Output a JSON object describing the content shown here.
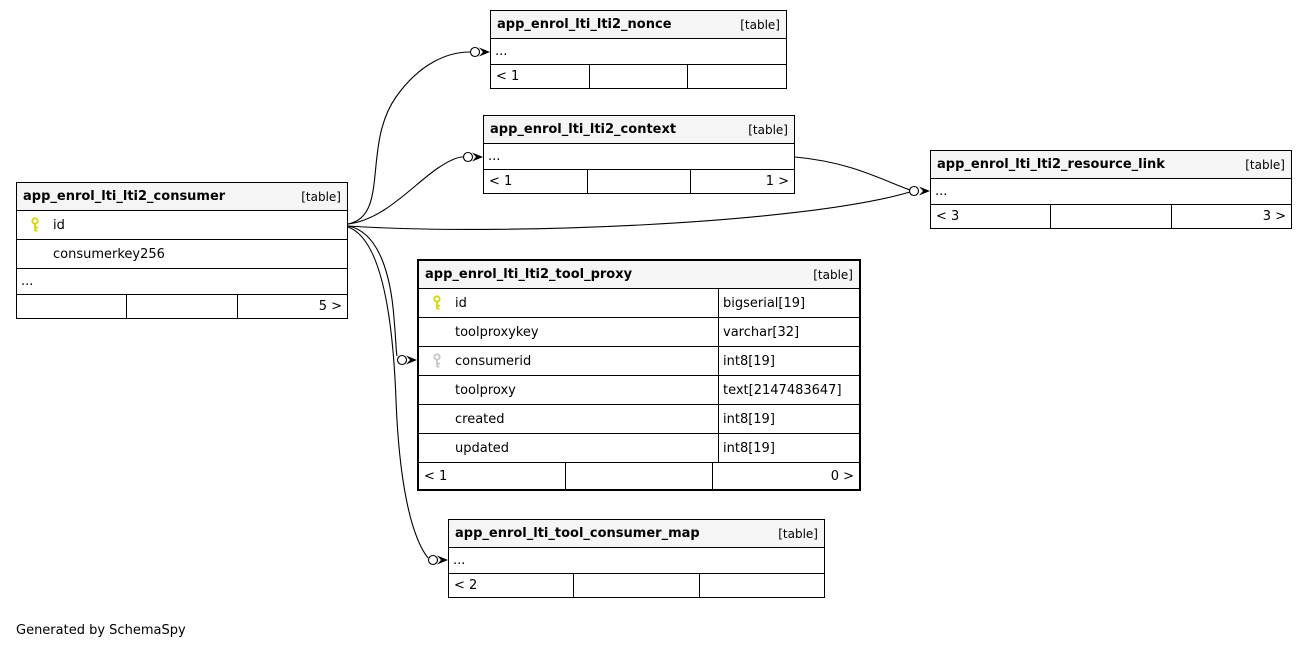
{
  "diagram": {
    "generator_note": "Generated by SchemaSpy",
    "colors": {
      "header_bg": "#f5f5f5",
      "border": "#000000",
      "primary_key": "#d6d600",
      "foreign_key": "#c6c6c6"
    },
    "tables": [
      {
        "name": "app_enrol_lti_lti2_consumer",
        "tag": "[table]",
        "ellipsis": "...",
        "columns": [
          {
            "name": "id",
            "key": "primary",
            "type": ""
          },
          {
            "name": "consumerkey256",
            "key": "",
            "type": ""
          }
        ],
        "footer": [
          "",
          "",
          "5 >"
        ]
      },
      {
        "name": "app_enrol_lti_lti2_nonce",
        "tag": "[table]",
        "ellipsis": "...",
        "columns": [],
        "footer": [
          "< 1",
          "",
          ""
        ]
      },
      {
        "name": "app_enrol_lti_lti2_context",
        "tag": "[table]",
        "ellipsis": "...",
        "columns": [],
        "footer": [
          "< 1",
          "",
          "1 >"
        ]
      },
      {
        "name": "app_enrol_lti_lti2_resource_link",
        "tag": "[table]",
        "ellipsis": "...",
        "columns": [],
        "footer": [
          "< 3",
          "",
          "3 >"
        ]
      },
      {
        "name": "app_enrol_lti_lti2_tool_proxy",
        "tag": "[table]",
        "ellipsis": "",
        "columns": [
          {
            "name": "id",
            "key": "primary",
            "type": "bigserial[19]"
          },
          {
            "name": "toolproxykey",
            "key": "",
            "type": "varchar[32]"
          },
          {
            "name": "consumerid",
            "key": "foreign",
            "type": "int8[19]"
          },
          {
            "name": "toolproxy",
            "key": "",
            "type": "text[2147483647]"
          },
          {
            "name": "created",
            "key": "",
            "type": "int8[19]"
          },
          {
            "name": "updated",
            "key": "",
            "type": "int8[19]"
          }
        ],
        "footer": [
          "< 1",
          "",
          "0 >"
        ]
      },
      {
        "name": "app_enrol_lti_tool_consumer_map",
        "tag": "[table]",
        "ellipsis": "...",
        "columns": [],
        "footer": [
          "< 2",
          "",
          ""
        ]
      }
    ]
  }
}
